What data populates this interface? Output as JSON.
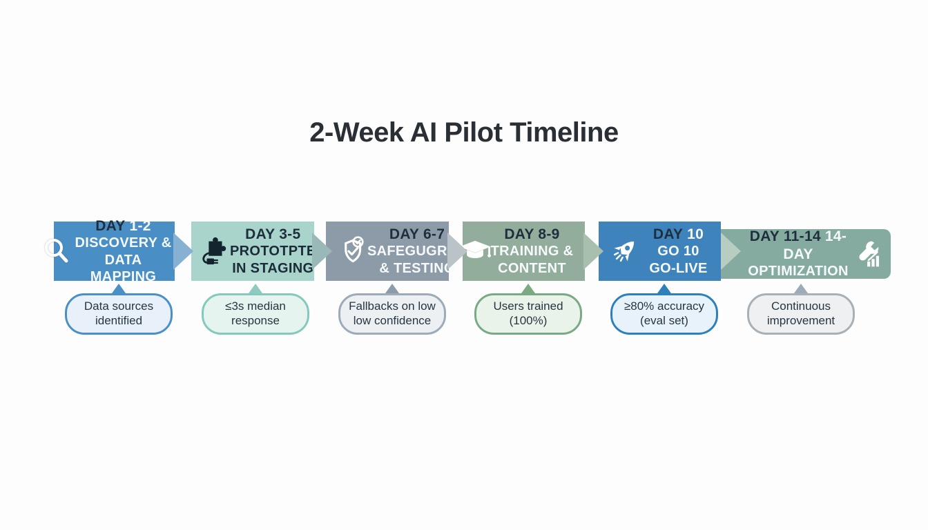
{
  "title": "2-Week AI Pilot Timeline",
  "stages": [
    {
      "icon": "magnifier-icon",
      "day_dark": "DAY",
      "day_light": "1-2",
      "line2": "DISCOVERY &",
      "line3": "DATA MAPPING",
      "text_theme": "light",
      "box_color": "#4a8ec6",
      "arrow_color": "#87b1d3",
      "outcome": {
        "line1": "Data sources",
        "line2": "identified",
        "bg": "#e8f1fa",
        "border": "#4a90c6",
        "connector": "#4a90c6"
      }
    },
    {
      "icon": "puzzle-plug-icon",
      "day_dark": "DAY 3-5",
      "day_light": "",
      "line2": "PROTOTPTE",
      "line3": "IN STAGING",
      "text_theme": "dark",
      "box_color": "#a9d4cc",
      "arrow_color": "#9bb8b9",
      "outcome": {
        "line1": "≤3s median",
        "line2": "response",
        "bg": "#e6f4f0",
        "border": "#85c8bc",
        "connector": "#8fcabe"
      }
    },
    {
      "icon": "shield-check-icon",
      "day_dark": "DAY 6-7",
      "day_light": "",
      "line2": "SAFEGUGRDS",
      "line3": "& TESTING",
      "text_theme": "light",
      "box_color": "#8d9aa8",
      "arrow_color": "#bac3c8",
      "outcome": {
        "line1": "Fallbacks on low",
        "line2": "low confidence",
        "bg": "#edf0f2",
        "border": "#9dabb8",
        "connector": "#8c9cab"
      }
    },
    {
      "icon": "graduation-cap-icon",
      "day_dark": "DAY 8-9",
      "day_light": "",
      "line2": "TRAINING &",
      "line3": "CONTENT",
      "text_theme": "light",
      "box_color": "#92ad9b",
      "arrow_color": "#a9bfae",
      "outcome": {
        "line1": "Users trained",
        "line2": "(100%)",
        "bg": "#e9f3ea",
        "border": "#7aa984",
        "connector": "#7aa984"
      }
    },
    {
      "icon": "rocket-icon",
      "day_dark": "DAY",
      "day_light": "10",
      "line2": "GO 10",
      "line3": "GO-LIVE",
      "text_theme": "light",
      "box_color": "#3f83bd",
      "arrow_color": "#b7cdc2",
      "outcome": {
        "line1": "≥80% accuracy",
        "line2": "(eval set)",
        "bg": "#e7f2fb",
        "border": "#2e80bc",
        "connector": "#2e80bc"
      }
    },
    {
      "icon": "wrench-chart-icon",
      "day_dark": "DAY 11-14",
      "day_light": "14-DAY",
      "line2": "OPTIMIZATION",
      "line3": "",
      "text_theme": "light",
      "box_color": "#85aba0",
      "arrow_color": "",
      "outcome": {
        "line1": "Continuous",
        "line2": "improvement",
        "bg": "#eef0f1",
        "border": "#a6b0b6",
        "connector": "#9dabb9"
      }
    }
  ]
}
